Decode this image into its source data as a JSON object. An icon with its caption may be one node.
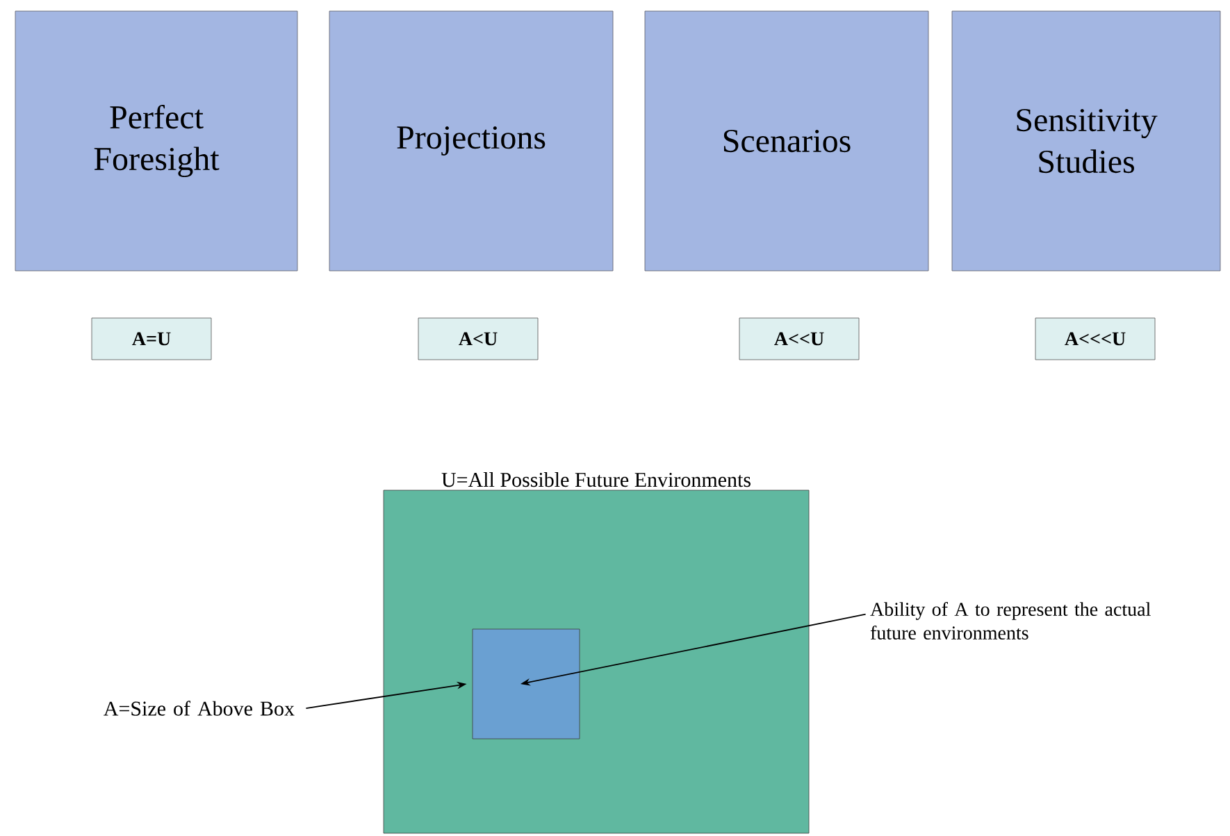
{
  "diagram": {
    "nodes": [
      {
        "text": [
          "Perfect Foresight"
        ]
      },
      {
        "text": [
          "Projections"
        ]
      },
      {
        "text": [
          "Scenarios"
        ]
      },
      {
        "text": [
          "Sensitivity Studies"
        ]
      },
      {
        "text": [
          "A=U"
        ]
      },
      {
        "text": [
          "A<U"
        ]
      },
      {
        "text": [
          "A<<U"
        ]
      },
      {
        "text": [
          "A<<<U"
        ]
      },
      {
        "text": [
          "U=All Possible Future Environments"
        ]
      },
      {
        "text": [],
        "shape": "box",
        "in": 8
      },
      {
        "text": [
          "A=Size of Above Box"
        ]
      },
      {
        "text": [
          "Ability of A to represent the actual future environments"
        ]
      }
    ],
    "edges": [
      {
        "from": 10,
        "to": 9,
        "arrow": "to"
      },
      {
        "from": 11,
        "to": 9,
        "arrow": "to"
      }
    ]
  }
}
